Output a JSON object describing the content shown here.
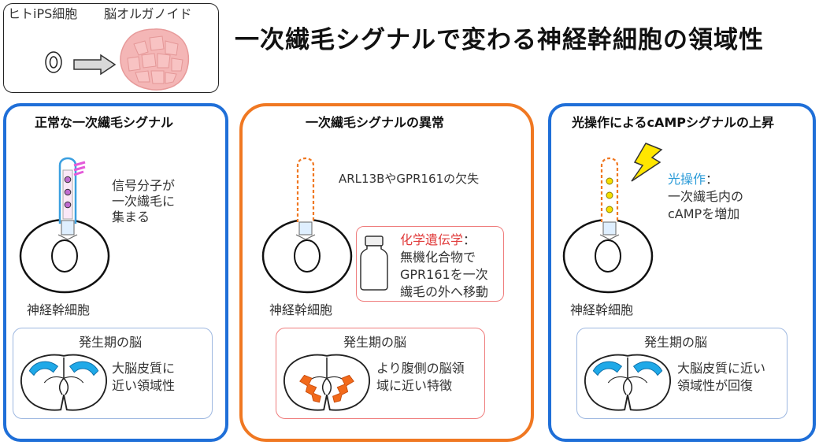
{
  "title": "一次繊毛シグナルで変わる神経幹細胞の領域性",
  "intro": {
    "label_ips": "ヒトiPS細胞",
    "label_organoid": "脳オルガノイド"
  },
  "panels": [
    {
      "heading": "正常な一次繊毛シグナル",
      "note_lines": [
        "信号分子が",
        "一次繊毛に",
        "集まる"
      ],
      "cell_label": "神経幹細胞",
      "brain_title": "発生期の脳",
      "brain_lines": [
        "大脳皮質に",
        "近い領域性"
      ]
    },
    {
      "heading": "一次繊毛シグナルの異常",
      "note": "ARL13BやGPR161の欠失",
      "chem_title": "化学遺伝学",
      "chem_colon": "：",
      "chem_lines": [
        "無機化合物で",
        "GPR161を一次",
        "繊毛の外へ移動"
      ],
      "cell_label": "神経幹細胞",
      "brain_title": "発生期の脳",
      "brain_lines": [
        "より腹側の脳領",
        "域に近い特徴"
      ]
    },
    {
      "heading": "光操作によるcAMPシグナルの上昇",
      "opto_title": "光操作",
      "opto_colon": "：",
      "opto_lines": [
        "一次繊毛内の",
        "cAMPを増加"
      ],
      "cell_label": "神経幹細胞",
      "brain_title": "発生期の脳",
      "brain_lines": [
        "大脳皮質に近い",
        "領域性が回復"
      ]
    }
  ],
  "colors": {
    "blue_border": "#1f6fd8",
    "orange_border": "#f07822",
    "red_accent": "#e03c3c",
    "cyan_accent": "#2b9bd8",
    "cortex_blue": "#1fa9e8",
    "ventral_orange": "#f26a1b",
    "organoid_pink": "#f4b6b6",
    "lightning_yellow": "#ffe600",
    "vesicle_yellow": "#f5e000",
    "vesicle_purple": "#c06bd0"
  }
}
